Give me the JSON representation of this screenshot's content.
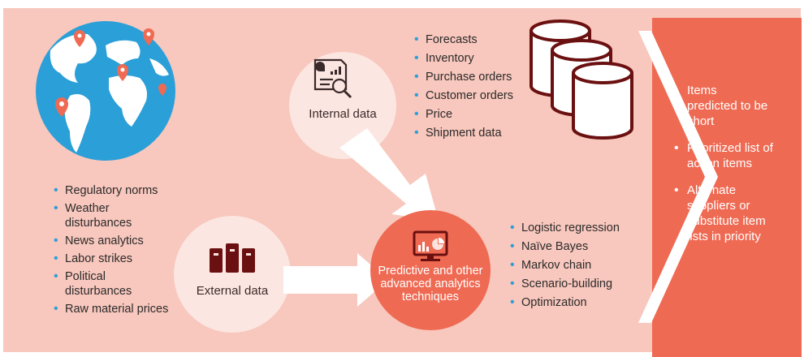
{
  "external_factors": [
    "Regulatory norms",
    "Weather disturbances",
    "News analytics",
    "Labor strikes",
    "Political disturbances",
    "Raw material prices"
  ],
  "internal_items": [
    "Forecasts",
    "Inventory",
    "Purchase orders",
    "Customer orders",
    "Price",
    "Shipment data"
  ],
  "internal_label": "Internal data",
  "external_label": "External data",
  "analytics_label": "Predictive and other advanced analytics techniques",
  "techniques": [
    "Logistic regression",
    "Naïve Bayes",
    "Markov chain",
    "Scenario-building",
    "Optimization"
  ],
  "outputs": [
    "Items predicted to be short",
    "Prioritized list of action items",
    "Alternate suppliers or substitute item lists in priority"
  ],
  "colors": {
    "background": "#f8c7bd",
    "circle": "#fce6e1",
    "accent": "#ef6a53",
    "dark_red": "#6b1010",
    "globe_sea": "#2a9fd8",
    "globe_land": "#ffffff",
    "bullet": "#2a9fd8"
  },
  "icons": {
    "globe": "globe-with-pins-icon",
    "internal": "report-magnifier-icon",
    "external": "server-racks-icon",
    "analytics": "monitor-analytics-icon",
    "databases": "database-cylinders-icon"
  }
}
